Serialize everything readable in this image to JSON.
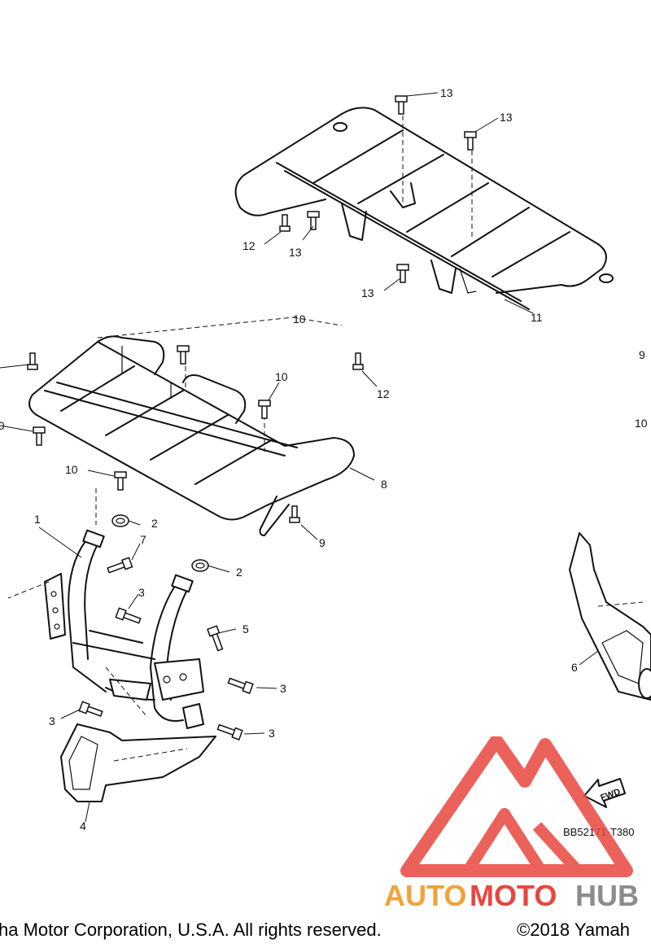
{
  "callouts": {
    "c1": "1",
    "c2a": "2",
    "c2b": "2",
    "c3a": "3",
    "c3b": "3",
    "c3c": "3",
    "c3d": "3",
    "c4": "4",
    "c5": "5",
    "c6": "6",
    "c7": "7",
    "c8": "8",
    "c9a": "9",
    "c9b": "9",
    "c10a": "10",
    "c10b": "10",
    "c10c": "10",
    "c10d": "10",
    "c10e": "10",
    "c11": "11",
    "c12a": "12",
    "c12b": "12",
    "c13a": "13",
    "c13b": "13",
    "c13c": "13",
    "c13d": "13"
  },
  "fwd_label": "FWD",
  "drawing_code": "BB52171-T380",
  "footer": {
    "left": "ha Motor Corporation, U.S.A. All rights reserved.",
    "right": "©2018 Yamah"
  },
  "watermark": {
    "auto": "AUTO",
    "moto": "MOTO",
    "hub": "HUB",
    "colors": {
      "red": "#e8473f",
      "orange": "#f2a23a",
      "gray": "#8c8c8c"
    }
  }
}
